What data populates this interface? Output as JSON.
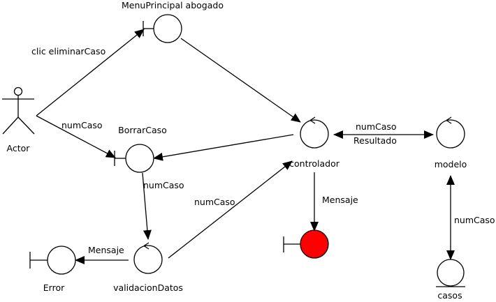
{
  "nodes": {
    "actor": {
      "label": "Actor"
    },
    "menu": {
      "label": "MenuPrincipal abogado"
    },
    "borrar": {
      "label": "BorrarCaso"
    },
    "controlador": {
      "label": "controlador"
    },
    "modelo": {
      "label": "modelo"
    },
    "validacion": {
      "label": "validacionDatos"
    },
    "error": {
      "label": "Error"
    },
    "casos": {
      "label": "casos"
    },
    "red": {
      "label": ""
    }
  },
  "edges": {
    "actor_menu": "clic eliminarCaso",
    "actor_borrar": "numCaso",
    "borrar_validacion": "numCaso",
    "validacion_controlador": "numCaso",
    "controlador_modelo_top": "numCaso",
    "controlador_modelo_bottom": "Resultado",
    "controlador_red": "Mensaje",
    "validacion_error": "Mensaje",
    "modelo_casos": "numCaso"
  },
  "colors": {
    "line": "#000000",
    "fill": "#ffffff",
    "red_node": "#ff0000"
  }
}
